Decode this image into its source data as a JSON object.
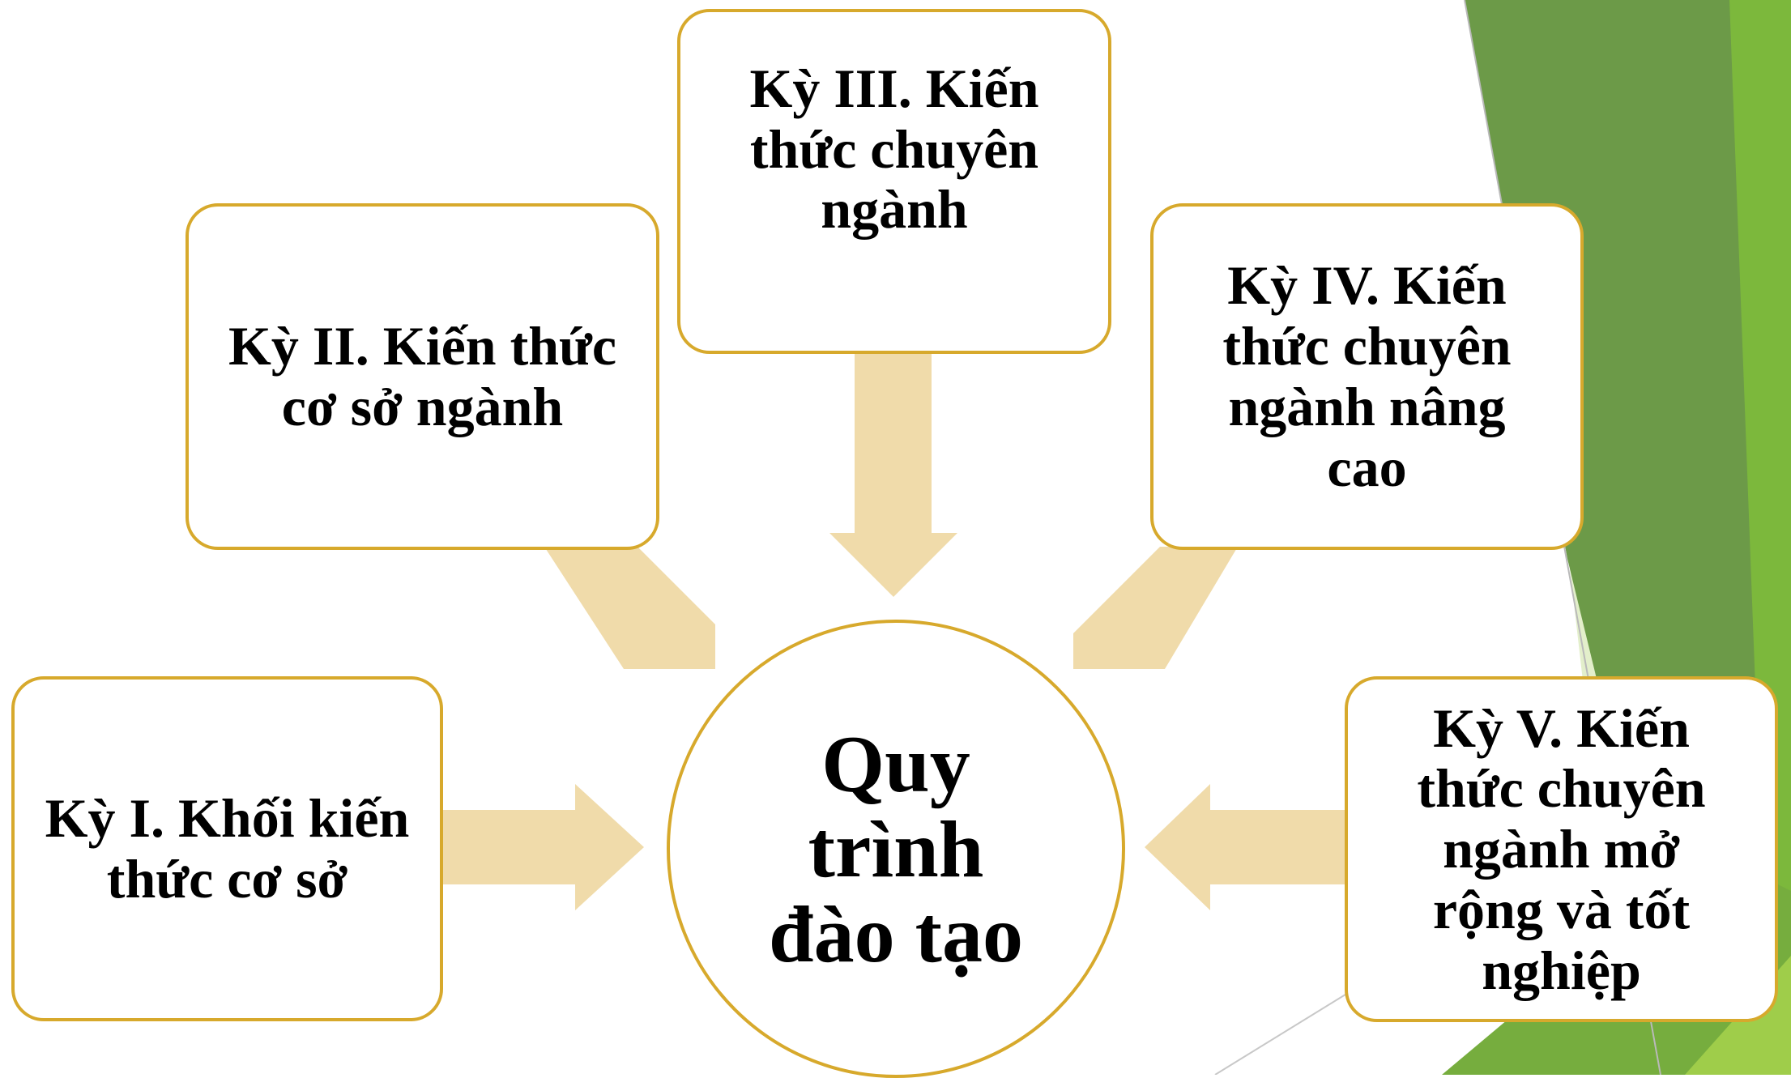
{
  "diagram": {
    "center": {
      "label": "Quy trình đào tạo"
    },
    "stages": [
      {
        "id": "stage-1",
        "label": "Kỳ I. Khối kiến thức cơ sở"
      },
      {
        "id": "stage-2",
        "label": "Kỳ II. Kiến thức cơ sở ngành"
      },
      {
        "id": "stage-3",
        "label": "Kỳ III. Kiến thức chuyên ngành"
      },
      {
        "id": "stage-4",
        "label": "Kỳ IV. Kiến thức chuyên ngành nâng cao"
      },
      {
        "id": "stage-5",
        "label": "Kỳ V. Kiến thức chuyên ngành mở rộng và tốt nghiệp"
      }
    ]
  },
  "colors": {
    "box_border": "#d7a92c",
    "arrow_fill": "#f0dbaa",
    "accent_green": "#6fa33a",
    "light_green": "#c8e094"
  }
}
